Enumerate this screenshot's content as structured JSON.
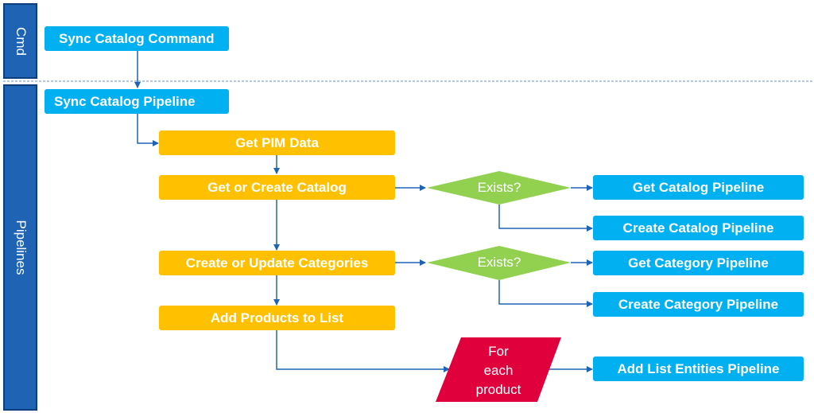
{
  "lanes": {
    "cmd": "Cmd",
    "pipelines": "Pipelines"
  },
  "nodes": {
    "sync_catalog_command": "Sync Catalog Command",
    "sync_catalog_pipeline": "Sync Catalog Pipeline",
    "get_pim_data": "Get PIM Data",
    "get_or_create_catalog": "Get or Create Catalog",
    "create_or_update_categories": "Create or Update Categories",
    "add_products_to_list": "Add Products to List",
    "get_catalog_pipeline": "Get Catalog Pipeline",
    "create_catalog_pipeline": "Create Catalog Pipeline",
    "get_category_pipeline": "Get Category Pipeline",
    "create_category_pipeline": "Create Category Pipeline",
    "add_list_entities_pipeline": "Add List Entities Pipeline"
  },
  "decisions": {
    "catalog_exists": "Exists?",
    "category_exists": "Exists?"
  },
  "loop": {
    "line1": "For",
    "line2": "each",
    "line3": "product"
  },
  "colors": {
    "lane": "#1f63b5",
    "pipeline_box": "#00b0f0",
    "step_box": "#ffc000",
    "decision": "#92d050",
    "loop": "#e0003c",
    "arrow": "#1f63b5"
  }
}
